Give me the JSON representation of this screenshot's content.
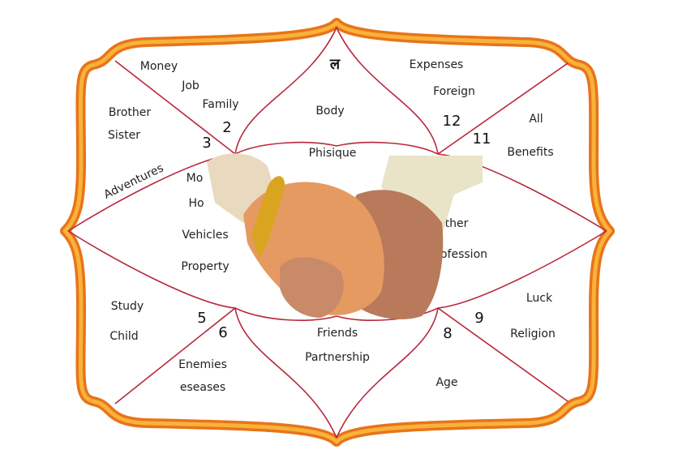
{
  "colors": {
    "frame_outer": "#e8741a",
    "frame_inner": "#f8b23a",
    "line": "#b8283a"
  },
  "chart": {
    "lagna_symbol": "ल",
    "house1": {
      "labels": [
        "Body",
        "Phisique"
      ]
    },
    "house2": {
      "number": "2",
      "labels": [
        "Money",
        "Job",
        "Family"
      ]
    },
    "house3": {
      "number": "3",
      "labels": [
        "Brother",
        "Sister",
        "Adventures"
      ]
    },
    "house4": {
      "labels": [
        "Mo",
        "Ho",
        "Vehicles",
        "Property"
      ]
    },
    "house5": {
      "number": "5",
      "labels": [
        "Study",
        "Child"
      ]
    },
    "house6": {
      "number": "6",
      "labels": [
        "Enemies",
        "eseases"
      ]
    },
    "house7": {
      "labels": [
        "Friends",
        "Partnership"
      ]
    },
    "house8": {
      "number": "8",
      "labels": [
        "Age"
      ]
    },
    "house9": {
      "number": "9",
      "labels": [
        "Luck",
        "Religion"
      ]
    },
    "house10": {
      "labels": [
        "ther",
        "ofession"
      ]
    },
    "house11": {
      "number": "11",
      "labels": [
        "All",
        "Benefits"
      ]
    },
    "house12": {
      "number": "12",
      "labels": [
        "Expenses",
        "Foreign"
      ]
    }
  }
}
